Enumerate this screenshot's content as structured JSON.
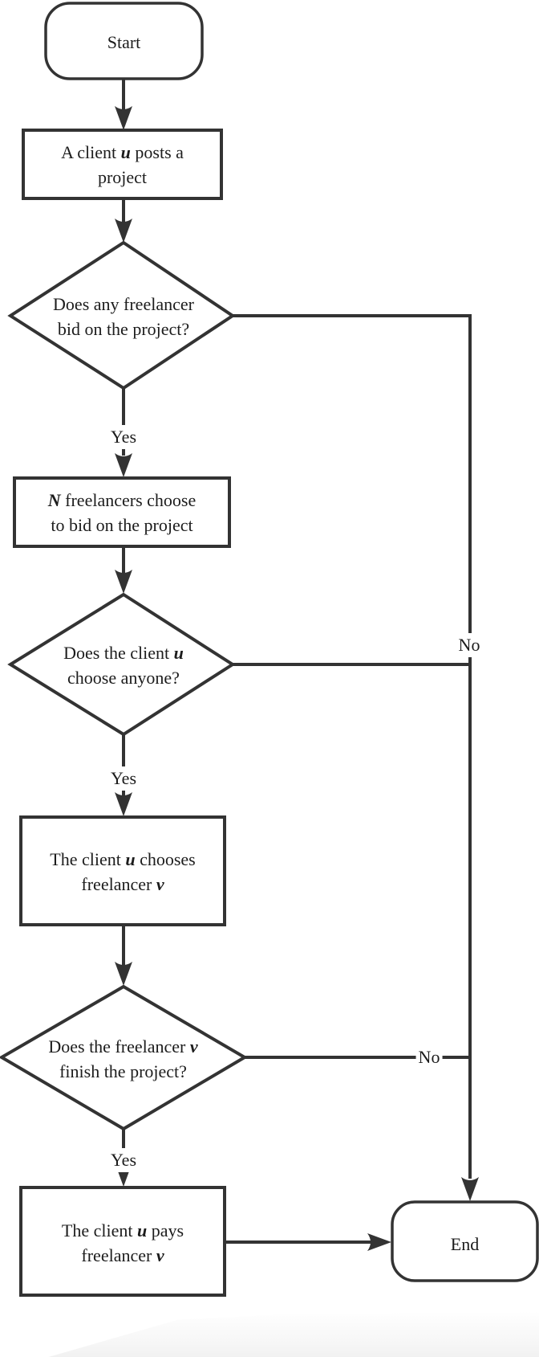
{
  "diagram": {
    "type": "flowchart",
    "background_color": "#ffffff",
    "line_color": "#333333",
    "text_color": "#1c1c1c",
    "nodes": {
      "start": {
        "shape": "terminator",
        "label": "Start"
      },
      "post_project": {
        "shape": "process",
        "lines": [
          [
            {
              "t": "A client "
            },
            {
              "t": "u",
              "v": true
            },
            {
              "t": " posts a"
            }
          ],
          [
            {
              "t": "project"
            }
          ]
        ]
      },
      "bid_question": {
        "shape": "decision",
        "lines": [
          [
            {
              "t": "Does any freelancer"
            }
          ],
          [
            {
              "t": "bid on the project?"
            }
          ]
        ]
      },
      "bidders": {
        "shape": "process",
        "lines": [
          [
            {
              "t": "N",
              "v": true
            },
            {
              "t": " freelancers choose"
            }
          ],
          [
            {
              "t": "to bid on the project"
            }
          ]
        ]
      },
      "choose_question": {
        "shape": "decision",
        "lines": [
          [
            {
              "t": "Does the client "
            },
            {
              "t": "u",
              "v": true
            }
          ],
          [
            {
              "t": "choose anyone?"
            }
          ]
        ]
      },
      "choose_freelancer": {
        "shape": "process",
        "lines": [
          [
            {
              "t": "The client "
            },
            {
              "t": "u",
              "v": true
            },
            {
              "t": " chooses"
            }
          ],
          [
            {
              "t": "freelancer "
            },
            {
              "t": "v",
              "v": true
            }
          ]
        ]
      },
      "finish_question": {
        "shape": "decision",
        "lines": [
          [
            {
              "t": "Does the freelancer "
            },
            {
              "t": "v",
              "v": true
            }
          ],
          [
            {
              "t": "finish the project?"
            }
          ]
        ]
      },
      "pay_freelancer": {
        "shape": "process",
        "lines": [
          [
            {
              "t": "The client "
            },
            {
              "t": "u",
              "v": true
            },
            {
              "t": " pays"
            }
          ],
          [
            {
              "t": "freelancer "
            },
            {
              "t": "v",
              "v": true
            }
          ]
        ]
      },
      "end": {
        "shape": "terminator",
        "label": "End"
      }
    },
    "edges": [
      {
        "from": "start",
        "to": "post_project",
        "label": ""
      },
      {
        "from": "post_project",
        "to": "bid_question",
        "label": ""
      },
      {
        "from": "bid_question",
        "to": "bidders",
        "label": "Yes"
      },
      {
        "from": "bid_question",
        "to": "end",
        "label": "No"
      },
      {
        "from": "bidders",
        "to": "choose_question",
        "label": ""
      },
      {
        "from": "choose_question",
        "to": "choose_freelancer",
        "label": "Yes"
      },
      {
        "from": "choose_question",
        "to": "end",
        "label": "No"
      },
      {
        "from": "choose_freelancer",
        "to": "finish_question",
        "label": ""
      },
      {
        "from": "finish_question",
        "to": "pay_freelancer",
        "label": "Yes"
      },
      {
        "from": "finish_question",
        "to": "end",
        "label": "No"
      },
      {
        "from": "pay_freelancer",
        "to": "end",
        "label": ""
      }
    ],
    "edge_labels": {
      "bid_yes": "Yes",
      "no_junction": "No",
      "choose_yes": "Yes",
      "finish_yes": "Yes",
      "finish_no": "No"
    }
  }
}
